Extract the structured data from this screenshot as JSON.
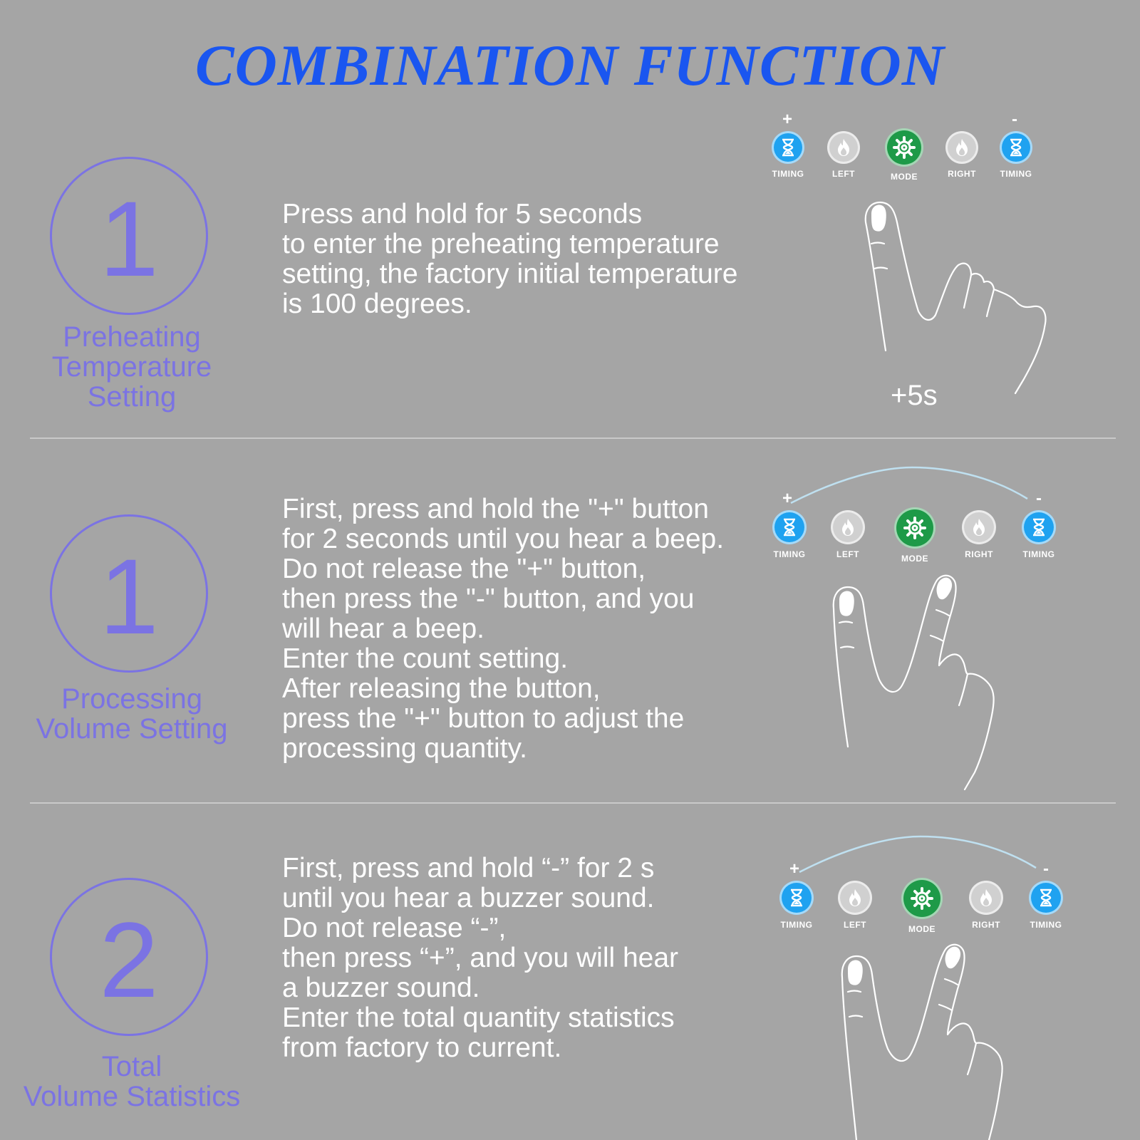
{
  "title": "COMBINATION FUNCTION",
  "colors": {
    "title": "#1a56f0",
    "step": "#7b73e3",
    "timing_button": "#1fa2f0",
    "flame_button": "#d0d0d0",
    "mode_button": "#1e9a48",
    "arc": "#bfe0f0"
  },
  "button_labels": {
    "timing": "TIMING",
    "left": "LEFT",
    "mode": "MODE",
    "right": "RIGHT"
  },
  "button_icons": {
    "timing": "hourglass-icon",
    "left": "flame-icon",
    "mode": "gear-icon",
    "right": "flame-icon"
  },
  "signs": {
    "plus": "+",
    "minus": "-"
  },
  "steps": [
    {
      "number": "1",
      "label_lines": [
        "Preheating",
        "Temperature",
        "Setting"
      ],
      "description_lines": [
        "Press and hold for 5 seconds",
        "to enter the preheating temperature",
        "setting, the factory initial temperature",
        "is 100 degrees."
      ],
      "hold_time": "+5s"
    },
    {
      "number": "1",
      "label_lines": [
        "Processing",
        "Volume Setting"
      ],
      "description_lines": [
        "First, press and hold the \"+\" button",
        "for 2 seconds until you hear a beep.",
        "Do not release the \"+\" button,",
        "then press the \"-\" button, and you",
        "will hear a beep.",
        "Enter the count setting.",
        "After releasing the button,",
        "press the \"+\" button to adjust the",
        "processing quantity."
      ]
    },
    {
      "number": "2",
      "label_lines": [
        "Total",
        "Volume Statistics"
      ],
      "description_lines": [
        "First, press and hold “-” for 2 s",
        "until you hear a buzzer sound.",
        "Do not release “-”,",
        "then press “+”, and you will hear",
        "a buzzer sound.",
        "Enter the total quantity statistics",
        "from factory to current."
      ]
    }
  ]
}
